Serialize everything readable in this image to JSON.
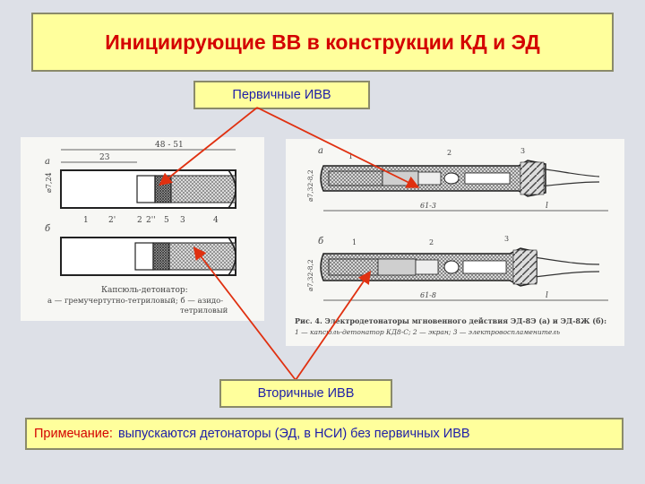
{
  "title": "Инициирующие ВВ в конструкции КД и ЭД",
  "primary_label": "Первичные ИВВ",
  "secondary_label": "Вторичные ИВВ",
  "note": {
    "label": "Примечание:",
    "text": "выпускаются детонаторы (ЭД, в НСИ) без первичных ИВВ"
  },
  "left_drawing": {
    "dim_top": "48 - 51",
    "dim_inner": "23",
    "letter_a": "а",
    "letter_b": "б",
    "dia": "⌀7,24",
    "callouts": [
      "1",
      "2'",
      "2",
      "2''",
      "5",
      "3",
      "4"
    ],
    "caption_title": "Капсюль-детонатор:",
    "caption_line1": "а — гремучертутно-тетриловый; б — азидо-",
    "caption_line2": "тетриловый"
  },
  "right_drawing": {
    "letter_a": "а",
    "letter_b": "б",
    "callouts_a": [
      "1",
      "2",
      "3"
    ],
    "callouts_b": [
      "1",
      "2",
      "3"
    ],
    "dim_a": "61-3",
    "dim_b": "61-8",
    "dim_l": "l",
    "dia_a": "⌀7,32-8,2",
    "dia_b": "⌀7,32-8,2",
    "caption_line1": "Рис. 4. Электродетонаторы мгновенного действия ЭД-8Э (а) и ЭД-8Ж (б):",
    "caption_line2": "1 — капсюль-детонатор КД8-С; 2 — экран; 3 — электровоспламенитель"
  },
  "colors": {
    "title": "#d40000",
    "label_text": "#1e1ea8",
    "box_fill": "#ffff9c",
    "arrow": "#e03010",
    "background": "#dde0e7"
  }
}
